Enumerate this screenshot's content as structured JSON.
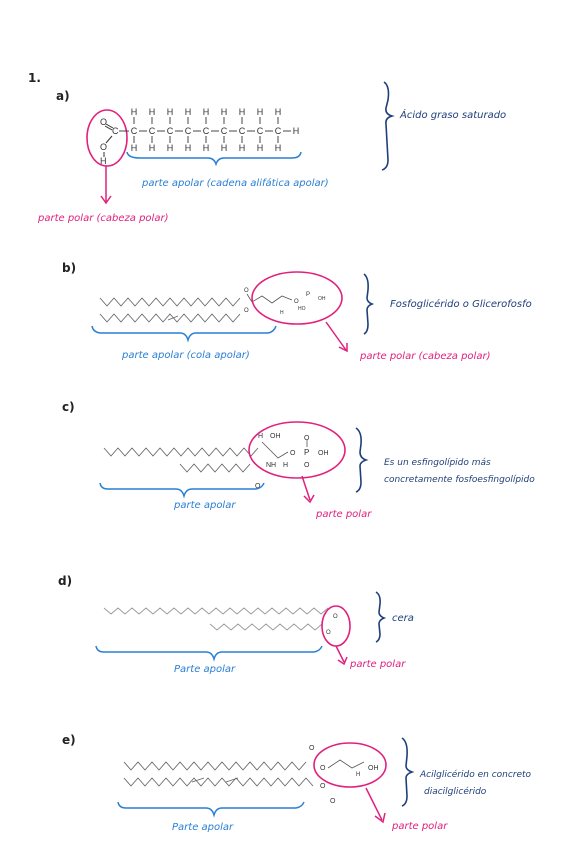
{
  "doc": {
    "number": "1.",
    "colors": {
      "pink": "#e0217e",
      "blue": "#2a7fd4",
      "navy": "#1f3f7a",
      "ink": "#222222",
      "chain": "#555555"
    },
    "a": {
      "label": "a)",
      "atoms": {
        "o_top": "O",
        "c": "C",
        "o_mid": "O",
        "h_bottom": "H",
        "h": "H"
      },
      "name": "Ácido graso saturado",
      "apolar": "parte apolar (cadena alifática apolar)",
      "polar": "parte polar (cabeza polar)"
    },
    "b": {
      "label": "b)",
      "atoms": {
        "o1": "O",
        "o2": "O",
        "o3": "O",
        "p": "P",
        "oh": "OH",
        "ho": "HO",
        "h": "H"
      },
      "name": "Fosfoglicérido o Glicerofosfo",
      "apolar": "parte apolar (cola apolar)",
      "polar": "parte polar (cabeza polar)"
    },
    "c": {
      "label": "c)",
      "atoms": {
        "h": "H",
        "oh": "OH",
        "o": "O",
        "p": "P",
        "oh2": "OH",
        "o_minus": "O",
        "nh": "NH",
        "h2": "H",
        "o_bottom": "O"
      },
      "name_line1": "Es un esfingolípido más",
      "name_line2": "concretamente fosfoesfingolípido",
      "apolar": "parte apolar",
      "polar": "parte polar"
    },
    "d": {
      "label": "d)",
      "atoms": {
        "o1": "O",
        "o2": "O"
      },
      "name": "cera",
      "apolar": "Parte apolar",
      "polar": "parte polar"
    },
    "e": {
      "label": "e)",
      "atoms": {
        "o1": "O",
        "o2": "O",
        "o3": "O",
        "o4": "O",
        "h": "H",
        "oh": "OH"
      },
      "name_line1": "Acilglicérido en concreto",
      "name_line2": "diacilglicérido",
      "apolar": "Parte apolar",
      "polar": "parte polar"
    }
  }
}
